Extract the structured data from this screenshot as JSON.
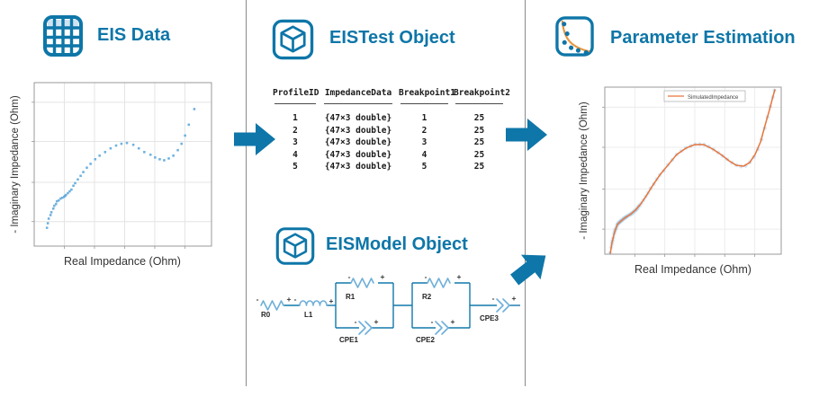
{
  "panels": {
    "eis_data": {
      "title": "EIS Data",
      "icon": "table-grid-icon"
    },
    "eistest_object": {
      "title": "EISTest Object",
      "icon": "cube-icon"
    },
    "eismodel_object": {
      "title": "EISModel Object",
      "icon": "cube-icon"
    },
    "param_estimation": {
      "title": "Parameter Estimation",
      "icon": "curve-fit-icon"
    }
  },
  "table": {
    "headers": [
      "ProfileID",
      "ImpedanceData",
      "Breakpoint1",
      "Breakpoint2"
    ],
    "rows": [
      [
        "1",
        "{47×3 double}",
        "1",
        "25"
      ],
      [
        "2",
        "{47×3 double}",
        "2",
        "25"
      ],
      [
        "3",
        "{47×3 double}",
        "3",
        "25"
      ],
      [
        "4",
        "{47×3 double}",
        "4",
        "25"
      ],
      [
        "5",
        "{47×3 double}",
        "5",
        "25"
      ]
    ]
  },
  "circuit": {
    "r0": "R0",
    "l1": "L1",
    "r1": "R1",
    "cpe1": "CPE1",
    "r2": "R2",
    "cpe2": "CPE2",
    "cpe3": "CPE3",
    "minus": "-",
    "plus": "+"
  },
  "chart_data": [
    {
      "id": "eis-data-nyquist",
      "type": "scatter",
      "title": "",
      "xlabel": "Real Impedance (Ohm)",
      "ylabel": "- Imaginary Impedance (Ohm)",
      "xticks": "unlabeled",
      "yticks": "unlabeled",
      "grid": true,
      "marker_color": "#5fa8dc",
      "points_norm": [
        [
          7.2,
          11.2
        ],
        [
          7.7,
          14.0
        ],
        [
          8.2,
          16.8
        ],
        [
          9.2,
          19.0
        ],
        [
          9.7,
          20.7
        ],
        [
          10.8,
          22.9
        ],
        [
          11.3,
          24.6
        ],
        [
          12.3,
          25.7
        ],
        [
          12.8,
          27.4
        ],
        [
          13.8,
          27.9
        ],
        [
          14.9,
          29.1
        ],
        [
          15.9,
          29.6
        ],
        [
          16.9,
          30.2
        ],
        [
          17.4,
          30.7
        ],
        [
          17.9,
          31.3
        ],
        [
          19.0,
          32.4
        ],
        [
          20.0,
          33.5
        ],
        [
          21.0,
          34.6
        ],
        [
          22.1,
          36.9
        ],
        [
          23.1,
          38.5
        ],
        [
          24.6,
          40.8
        ],
        [
          26.2,
          43.0
        ],
        [
          27.7,
          45.3
        ],
        [
          29.7,
          48.0
        ],
        [
          31.8,
          50.3
        ],
        [
          34.4,
          53.1
        ],
        [
          36.9,
          55.3
        ],
        [
          40.0,
          57.5
        ],
        [
          43.1,
          59.8
        ],
        [
          46.2,
          61.5
        ],
        [
          49.2,
          62.6
        ],
        [
          52.3,
          63.1
        ],
        [
          55.9,
          62.0
        ],
        [
          59.0,
          59.8
        ],
        [
          62.1,
          57.5
        ],
        [
          65.6,
          55.9
        ],
        [
          68.2,
          54.2
        ],
        [
          70.8,
          53.1
        ],
        [
          73.3,
          52.5
        ],
        [
          75.9,
          53.6
        ],
        [
          78.5,
          55.3
        ],
        [
          81.0,
          58.7
        ],
        [
          83.1,
          62.6
        ],
        [
          85.1,
          67.6
        ],
        [
          87.2,
          74.3
        ],
        [
          90.3,
          83.8
        ]
      ]
    },
    {
      "id": "parameter-estimation-fit",
      "type": "line+scatter",
      "title": "",
      "xlabel": "Real Impedance (Ohm)",
      "ylabel": "- Imaginary Impedance (Ohm)",
      "xticks": "unlabeled",
      "yticks": "unlabeled",
      "grid": true,
      "legend": [
        "SimulatedImpedance"
      ],
      "legend_position": "top-center-in-plot",
      "line_color": "#e8743b",
      "marker_color": "#8fc1e4",
      "curve_norm": [
        [
          3.1,
          0.5
        ],
        [
          4.1,
          7.0
        ],
        [
          5.6,
          13.4
        ],
        [
          7.1,
          17.7
        ],
        [
          9.2,
          19.9
        ],
        [
          11.7,
          22.0
        ],
        [
          14.3,
          23.7
        ],
        [
          17.3,
          26.3
        ],
        [
          20.4,
          30.1
        ],
        [
          23.5,
          34.9
        ],
        [
          27.0,
          40.9
        ],
        [
          31.1,
          47.3
        ],
        [
          35.7,
          53.2
        ],
        [
          40.8,
          59.7
        ],
        [
          45.9,
          63.4
        ],
        [
          51.0,
          65.6
        ],
        [
          56.1,
          65.6
        ],
        [
          61.2,
          62.9
        ],
        [
          65.8,
          59.7
        ],
        [
          70.4,
          55.9
        ],
        [
          74.5,
          53.2
        ],
        [
          78.6,
          52.7
        ],
        [
          82.1,
          54.8
        ],
        [
          85.2,
          59.7
        ],
        [
          88.3,
          67.2
        ],
        [
          90.8,
          76.9
        ],
        [
          93.4,
          86.6
        ],
        [
          95.4,
          94.6
        ],
        [
          96.4,
          98.4
        ]
      ],
      "markers_norm": [
        [
          3.0,
          0.8
        ],
        [
          3.6,
          4.0
        ],
        [
          4.0,
          6.0
        ],
        [
          4.2,
          7.5
        ],
        [
          4.5,
          8.5
        ],
        [
          4.8,
          10.0
        ],
        [
          5.2,
          12.0
        ],
        [
          5.5,
          13.0
        ],
        [
          5.8,
          14.0
        ],
        [
          6.0,
          14.8
        ],
        [
          6.3,
          15.5
        ],
        [
          6.8,
          16.5
        ],
        [
          7.0,
          17.5
        ],
        [
          7.3,
          18.0
        ],
        [
          7.6,
          18.6
        ],
        [
          8.0,
          18.8
        ],
        [
          8.4,
          19.2
        ],
        [
          8.8,
          19.5
        ],
        [
          9.0,
          19.8
        ],
        [
          9.4,
          20.1
        ],
        [
          9.8,
          20.4
        ],
        [
          10.2,
          20.8
        ],
        [
          10.6,
          21.2
        ],
        [
          11.0,
          21.5
        ],
        [
          11.4,
          21.8
        ],
        [
          11.8,
          22.0
        ],
        [
          12.2,
          22.3
        ],
        [
          12.6,
          22.6
        ],
        [
          13.0,
          23.0
        ],
        [
          13.8,
          23.4
        ],
        [
          14.3,
          23.7
        ],
        [
          14.8,
          24.0
        ],
        [
          15.3,
          24.4
        ],
        [
          15.8,
          24.8
        ],
        [
          16.3,
          25.3
        ],
        [
          16.8,
          25.8
        ],
        [
          17.3,
          26.2
        ],
        [
          17.8,
          26.6
        ],
        [
          18.3,
          27.3
        ],
        [
          18.8,
          28.0
        ],
        [
          19.3,
          28.7
        ],
        [
          19.8,
          29.4
        ],
        [
          20.8,
          30.6
        ],
        [
          22.0,
          32.4
        ],
        [
          23.2,
          34.5
        ],
        [
          24.5,
          36.6
        ],
        [
          26.0,
          39.4
        ],
        [
          27.8,
          42.0
        ],
        [
          29.5,
          44.8
        ],
        [
          31.2,
          47.4
        ],
        [
          33.4,
          50.0
        ],
        [
          35.8,
          53.4
        ],
        [
          38.2,
          56.4
        ],
        [
          40.8,
          59.6
        ],
        [
          43.4,
          61.8
        ],
        [
          46.0,
          63.6
        ],
        [
          48.6,
          64.8
        ],
        [
          51.2,
          65.7
        ],
        [
          53.8,
          65.9
        ],
        [
          56.4,
          65.5
        ],
        [
          59.0,
          64.4
        ],
        [
          61.6,
          62.7
        ],
        [
          64.2,
          60.8
        ],
        [
          66.8,
          58.8
        ],
        [
          69.4,
          56.8
        ],
        [
          72.0,
          54.8
        ],
        [
          74.6,
          53.3
        ],
        [
          77.2,
          52.6
        ],
        [
          79.8,
          52.9
        ],
        [
          82.2,
          55.0
        ],
        [
          84.6,
          58.2
        ],
        [
          86.8,
          62.8
        ],
        [
          88.8,
          68.6
        ],
        [
          90.6,
          75.4
        ],
        [
          92.2,
          82.0
        ],
        [
          93.8,
          88.4
        ],
        [
          95.2,
          94.0
        ],
        [
          96.2,
          98.0
        ]
      ]
    }
  ],
  "colors": {
    "brand_blue": "#0e76a8",
    "light_blue": "#6fafd9",
    "scatter_blue": "#5fa8dc",
    "curve_orange": "#e8743b",
    "icon_curve_amber": "#e5973f",
    "divider_gray": "#8a8a8a"
  }
}
